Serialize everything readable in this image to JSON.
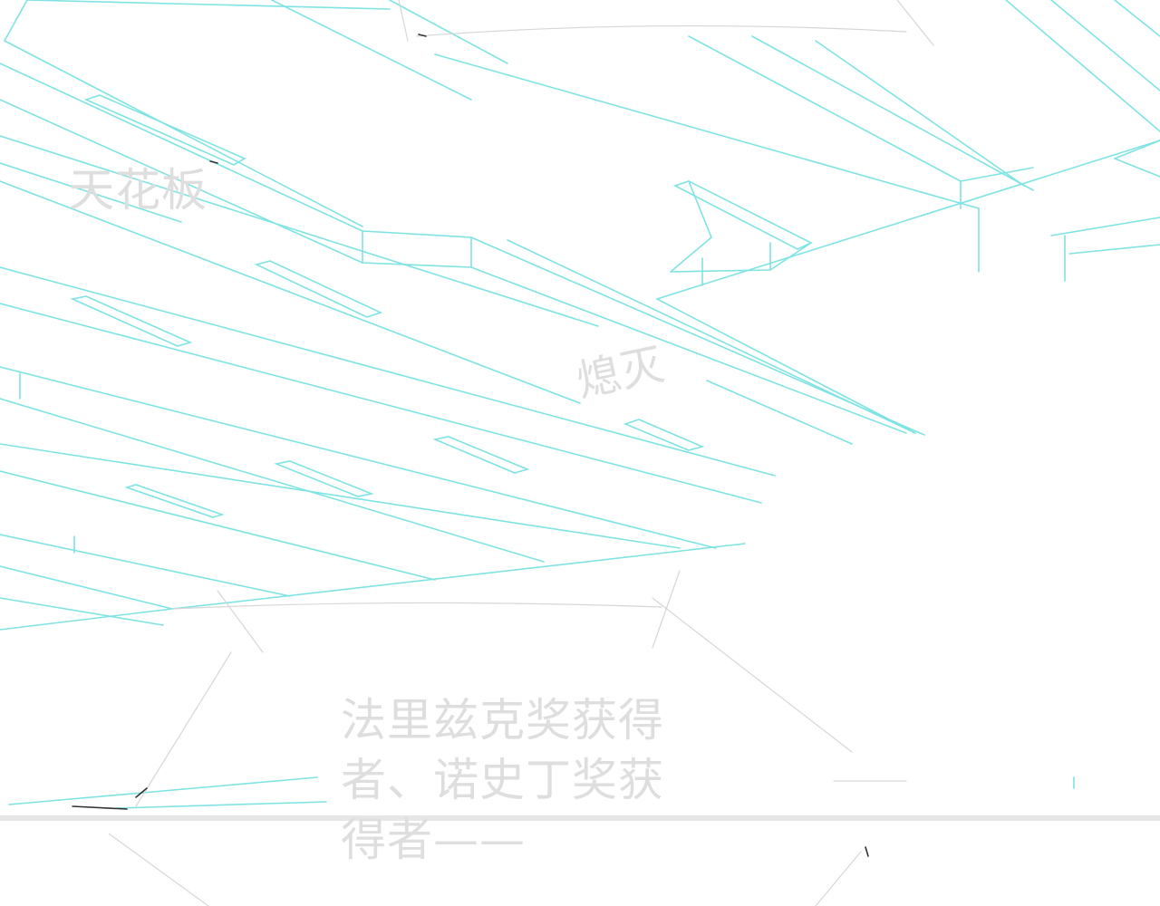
{
  "captions": {
    "ceiling": "天花板",
    "lights_off": "熄灭",
    "award_line_1": "法里兹克奖获得",
    "award_line_2": "者、诺史丁奖获",
    "award_line_3": "得者——"
  },
  "colors": {
    "sketch_line": "#7fe3e3",
    "sketch_line_light": "#a8eeee",
    "pencil": "#d6d6d6",
    "caption_text": "#dedede",
    "background": "#ffffff"
  }
}
